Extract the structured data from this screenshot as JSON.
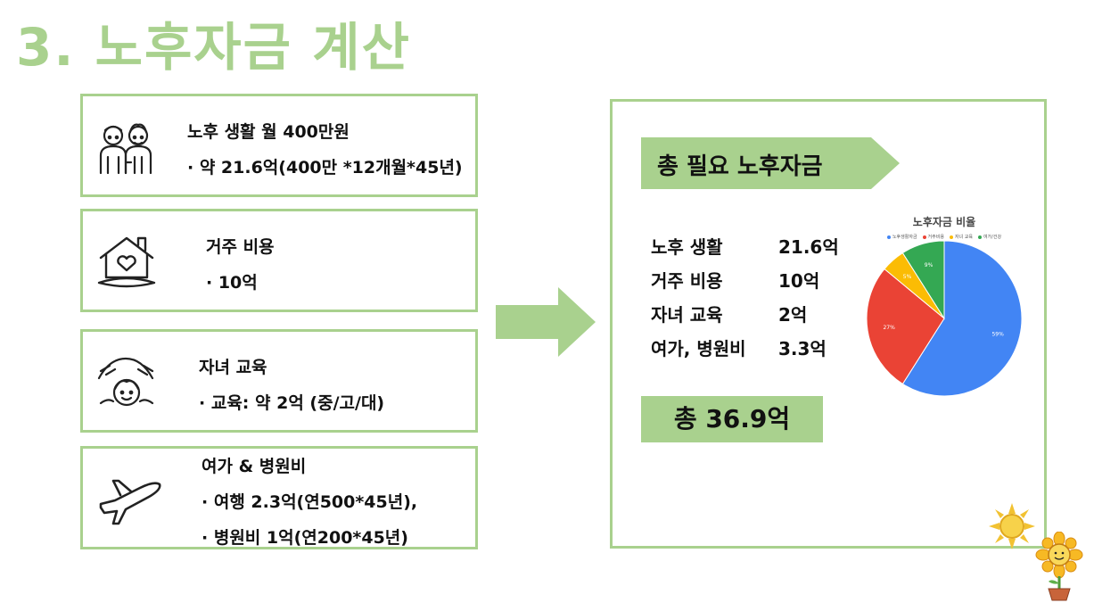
{
  "title": "3. 노후자금 계산",
  "cards": [
    {
      "id": "living",
      "line1": "노후 생활 월 400만원",
      "line2": "· 약 21.6억(400만 *12개월*45년)",
      "line3": ""
    },
    {
      "id": "housing",
      "line1": "거주 비용",
      "line2": "· 10억",
      "line3": ""
    },
    {
      "id": "education",
      "line1": "자녀 교육",
      "line2": "· 교육: 약 2억 (중/고/대)",
      "line3": ""
    },
    {
      "id": "leisure",
      "line1": "여가 & 병원비",
      "line2": "· 여행 2.3억(연500*45년),",
      "line3": "· 병원비 1억(연200*45년)"
    }
  ],
  "panel": {
    "banner": "총 필요 노후자금",
    "summary": [
      {
        "label": "노후 생활",
        "value": "21.6억"
      },
      {
        "label": "거주 비용",
        "value": "10억"
      },
      {
        "label": "자녀 교육",
        "value": "2억"
      },
      {
        "label": "여가, 병원비",
        "value": "3.3억"
      }
    ],
    "total": "총 36.9억"
  },
  "colors": {
    "accent": "#a9d18e",
    "blue": "#4285f4",
    "red": "#ea4335",
    "yellow": "#fbbc04",
    "green": "#34a853"
  },
  "chart_data": {
    "type": "pie",
    "title": "노후자금 비율",
    "legend_position": "top",
    "categories": [
      "노후생활자금",
      "거주비용",
      "자녀 교육",
      "여가/건강"
    ],
    "values": [
      59,
      27,
      5,
      9
    ],
    "labels": [
      "59%",
      "27%",
      "5%",
      "9%"
    ],
    "colors": [
      "#4285f4",
      "#ea4335",
      "#fbbc04",
      "#34a853"
    ]
  }
}
